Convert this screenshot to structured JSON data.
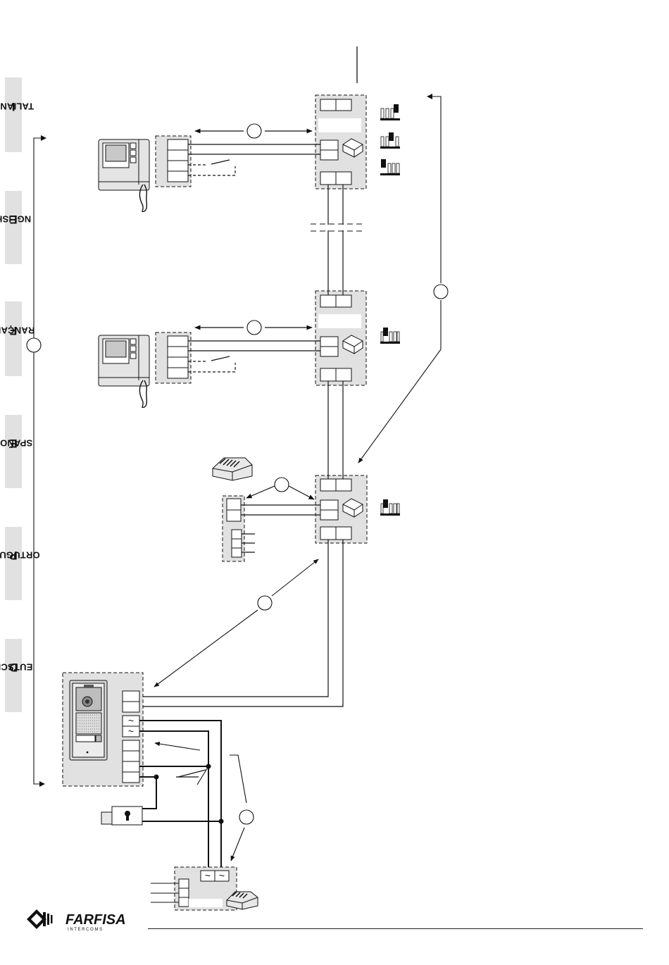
{
  "languages": [
    {
      "id": "italiano",
      "initial": "I",
      "rest": "TALIANO"
    },
    {
      "id": "english",
      "initial": "E",
      "rest": "NGLISH"
    },
    {
      "id": "francais",
      "initial": "F",
      "rest": "RANÇAIS"
    },
    {
      "id": "espanol",
      "initial": "E",
      "rest": "SPAÑOL"
    },
    {
      "id": "portugues",
      "initial": "P",
      "rest": "ORTUGUÊS"
    },
    {
      "id": "deutsch",
      "initial": "D",
      "rest": "EUTSCH"
    }
  ],
  "terminal_symbols": {
    "ac": "~"
  },
  "brand": {
    "name": "FARFISA",
    "tagline": "I N T E R C O M S"
  },
  "colors": {
    "panel_fill": "#e1e1e1",
    "line": "#111111",
    "tab_fill": "#e1e1e1"
  }
}
